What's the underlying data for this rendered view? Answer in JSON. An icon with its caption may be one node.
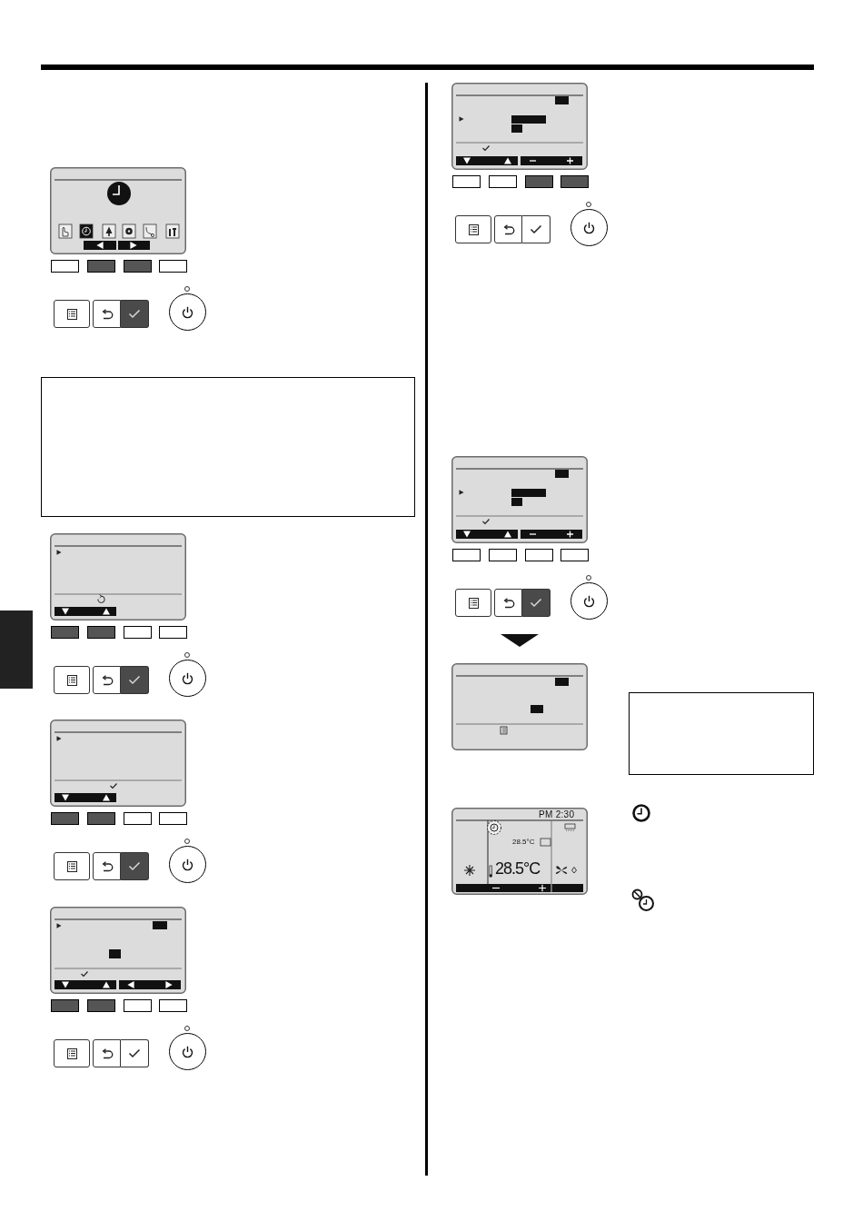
{
  "diagram": {
    "nodes": [
      {
        "text": [],
        "shape": "picture"
      },
      {
        "text": [],
        "shape": "box"
      },
      {
        "text": [],
        "shape": "picture"
      },
      {
        "text": [],
        "shape": "bar"
      },
      {
        "text": [],
        "shape": "picture"
      },
      {
        "text": [],
        "shape": "picture"
      },
      {
        "text": [],
        "shape": "picture"
      },
      {
        "text": [],
        "shape": "picture"
      },
      {
        "text": [],
        "shape": "picture"
      },
      {
        "text": [],
        "shape": "box"
      },
      {
        "text": [
          "PM 2:30",
          "28.5°C",
          "28.5°C"
        ]
      }
    ],
    "edges": [
      {
        "from": 7,
        "to": 8,
        "arrow": "to"
      }
    ]
  }
}
